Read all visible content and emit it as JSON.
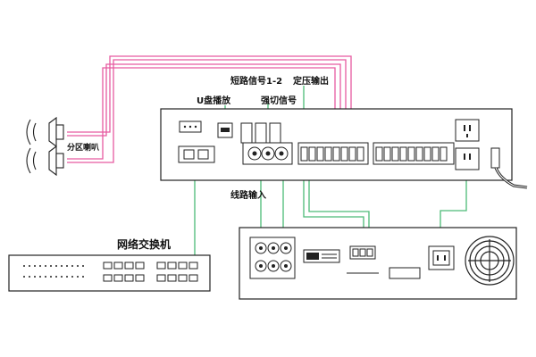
{
  "labels": {
    "zone_speaker": "分区喇叭",
    "usb_playback": "U盘播放",
    "short_circuit_signal": "短路信号1-2",
    "switch_signal": "强切信号",
    "constant_voltage_output": "定压输出",
    "line_input": "线路输入",
    "network_switch": "网络交换机"
  },
  "colors": {
    "pink_wire": "#e65aa0",
    "green_wire": "#4cbb77",
    "outline": "#222222"
  },
  "icons": {
    "speaker": "speaker-icon",
    "fan": "fan-icon",
    "power_socket": "power-socket-icon"
  }
}
